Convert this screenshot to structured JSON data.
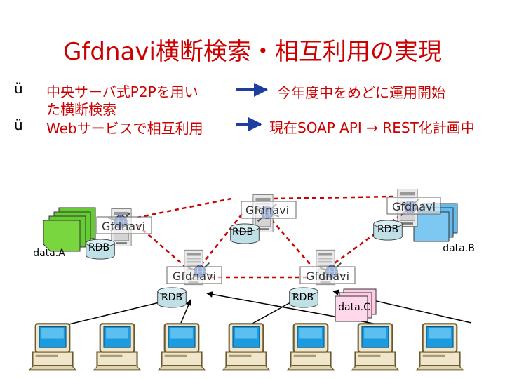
{
  "slide": {
    "title": "Gfdnavi横断検索・相互利用の実現",
    "bullets": [
      {
        "mark": "ü",
        "lines": [
          "中央サーバ式P2Pを用い",
          "た横断検索"
        ]
      },
      {
        "mark": "ü",
        "lines": [
          "Webサービスで相互利用"
        ]
      }
    ],
    "right_items": [
      "今年度中をめどに運用開始",
      "現在SOAP API → REST化計画中"
    ],
    "arrow_color": "#1f3f9e"
  },
  "diagram": {
    "server_label": "Gfdnavi",
    "db_label": "RDB",
    "data_labels": [
      "data.A",
      "data.B",
      "data.C"
    ],
    "colors": {
      "network": "#cc0000",
      "dataA": "#66cc33",
      "dataB": "#66bbee",
      "dataC": "#ffcce6",
      "db": "#bfe0e6"
    }
  }
}
